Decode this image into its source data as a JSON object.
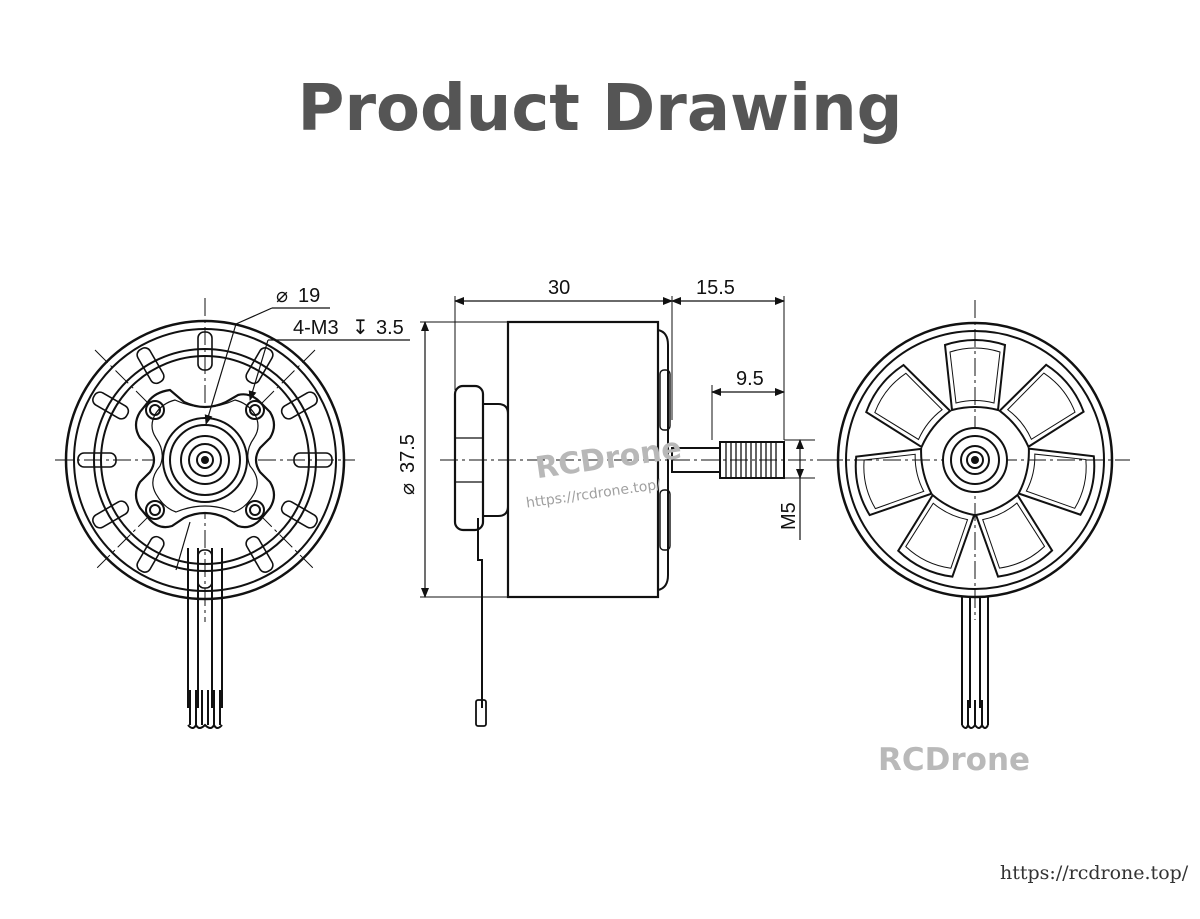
{
  "title": "Product Drawing",
  "dimensions": {
    "hub_diameter": "19",
    "mount_holes": "4-M3",
    "hole_depth": "3.5",
    "body_length": "30",
    "shaft_length": "15.5",
    "thread_length": "9.5",
    "motor_diameter": "37.5",
    "thread": "M5",
    "diameter_symbol": "⌀",
    "depth_symbol": "↧"
  },
  "watermark": {
    "logo": "RCDrone",
    "url": "https://rcdrone.top/"
  },
  "brand_label": "RCDrone",
  "site_url": "https://rcdrone.top/",
  "colors": {
    "title": "#555555",
    "line": "#111111",
    "watermark": "#b8b8b8"
  }
}
